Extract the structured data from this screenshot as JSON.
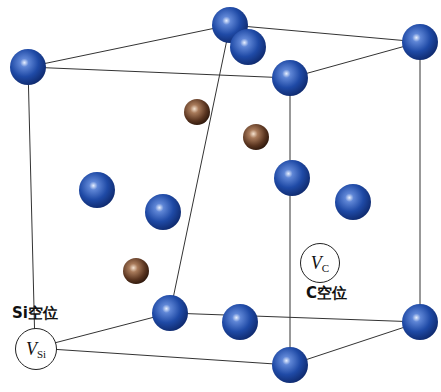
{
  "diagram": {
    "nodes": [
      {
        "text": [
          "V",
          "Si"
        ]
      },
      {
        "text": [
          "V",
          "C"
        ]
      }
    ],
    "labels": [
      "Si空位",
      "C空位"
    ]
  }
}
